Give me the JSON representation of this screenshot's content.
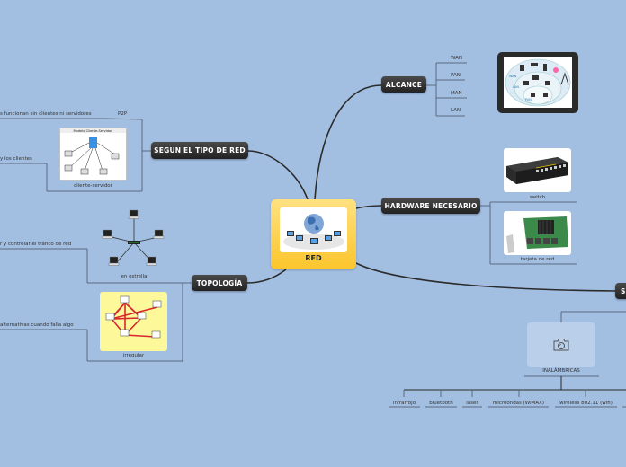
{
  "central": {
    "title": "RED"
  },
  "branches": {
    "alcance": {
      "title": "ALCANCE",
      "items": [
        "WAN",
        "PAN",
        "MAN",
        "LAN"
      ]
    },
    "tipo_red": {
      "title": "SEGUN EL TIPO DE RED",
      "items": [
        {
          "label": "P2P",
          "note": "s funcionan sin clientes ni servidores"
        },
        {
          "label": "cliente-servidor",
          "note": "y los clientes",
          "image_title": "Modelo Cliente-Servidor"
        }
      ]
    },
    "hardware": {
      "title": "HARDWARE NECESARIO",
      "items": [
        "switch",
        "tarjeta de red"
      ]
    },
    "topologia": {
      "title": "TOPOLOGÍA",
      "items": [
        {
          "label": "en estrella",
          "note": "r y controlar el tráfico de red"
        },
        {
          "label": "irregular",
          "note": "alternativas cuando falla algo"
        }
      ]
    },
    "s_branch": {
      "title": "S",
      "child": {
        "label": "INALÁMBRICAS",
        "icon": "camera-icon",
        "items": [
          "infrarrojo",
          "bluetooth",
          "láser",
          "microondas (WiMAX)",
          "wireless 802.11 (wifi)"
        ]
      }
    }
  },
  "colors": {
    "background": "#a2bfe2",
    "topic": "#2d2d2d",
    "central": "#fbc52b",
    "connector": "#2b2b2b",
    "subline": "#5a6a80",
    "irregular_bg": "#fdf99a",
    "irregular_links": "#d9262e"
  }
}
